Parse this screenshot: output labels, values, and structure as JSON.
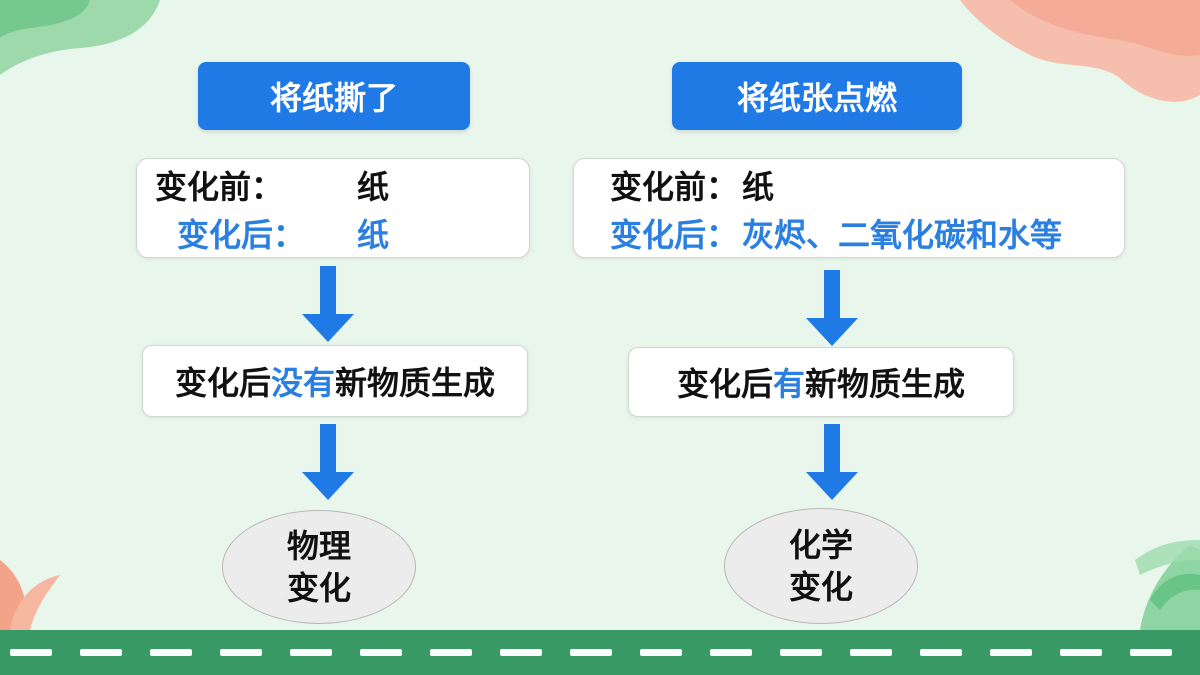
{
  "colors": {
    "accent": "#1f7ae6",
    "text_blue": "#2a7fe0",
    "road": "#3a9a66",
    "background": "#e9f6ec"
  },
  "left": {
    "header": "将纸撕了",
    "before_label": "变化前：",
    "before_value": "纸",
    "after_label": "变化后：",
    "after_value": "纸",
    "result_prefix": "变化后",
    "result_highlight": "没有",
    "result_suffix": "新物质生成",
    "conclusion_line1": "物理",
    "conclusion_line2": "变化"
  },
  "right": {
    "header": "将纸张点燃",
    "before_label": "变化前：",
    "before_value": "纸",
    "after_label": "变化后：",
    "after_value": "灰烬、二氧化碳和水等",
    "result_prefix": "变化后",
    "result_highlight": "有",
    "result_suffix": "新物质生成",
    "conclusion_line1": "化学",
    "conclusion_line2": "变化"
  }
}
